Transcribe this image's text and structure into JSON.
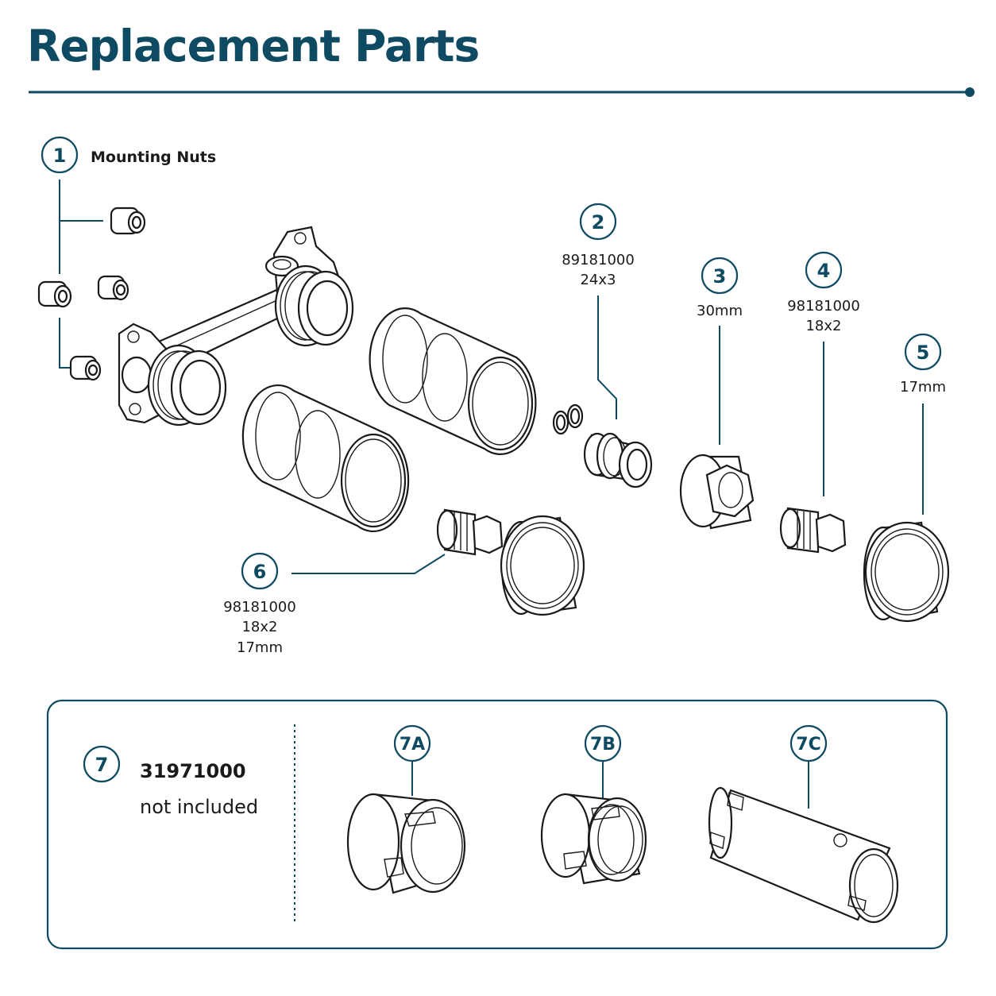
{
  "title": "Replacement Parts",
  "colors": {
    "accent": "#0f4a63",
    "line": "#1a1a1a"
  },
  "parts": [
    {
      "number": "1",
      "labels": [
        "Mounting Nuts"
      ]
    },
    {
      "number": "2",
      "labels": [
        "89181000",
        "24x3"
      ]
    },
    {
      "number": "3",
      "labels": [
        "30mm"
      ]
    },
    {
      "number": "4",
      "labels": [
        "98181000",
        "18x2"
      ]
    },
    {
      "number": "5",
      "labels": [
        "17mm"
      ]
    },
    {
      "number": "6",
      "labels": [
        "98181000",
        "18x2",
        "17mm"
      ]
    }
  ],
  "tools": {
    "number": "7",
    "part_number": "31971000",
    "note": "not included",
    "items": [
      {
        "label": "7A"
      },
      {
        "label": "7B"
      },
      {
        "label": "7C"
      }
    ]
  }
}
